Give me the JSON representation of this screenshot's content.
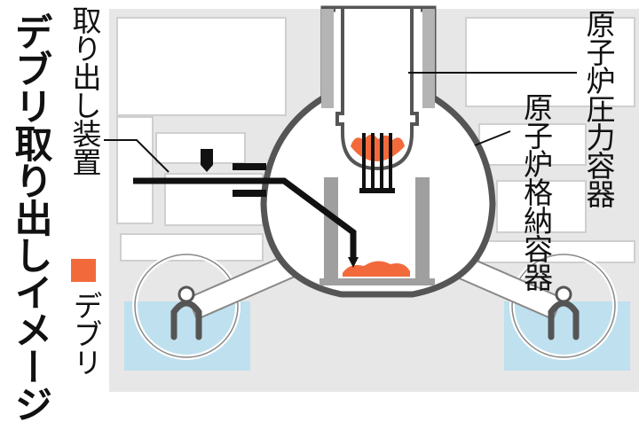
{
  "title": "デブリ取り出しイメージ",
  "labels": {
    "device": "取り出し装置",
    "rpv": "原子炉圧力容器",
    "pcv": "原子炉格納容器"
  },
  "legend": {
    "label": "デブリ",
    "swatch_color": "#f26a3b"
  },
  "colors": {
    "background": "#e7e7e7",
    "building": "#cfcfcf",
    "structure": "#c6c6c6",
    "device": "#111111",
    "water": "#bfe0ef",
    "debris": "#f26a3b"
  }
}
